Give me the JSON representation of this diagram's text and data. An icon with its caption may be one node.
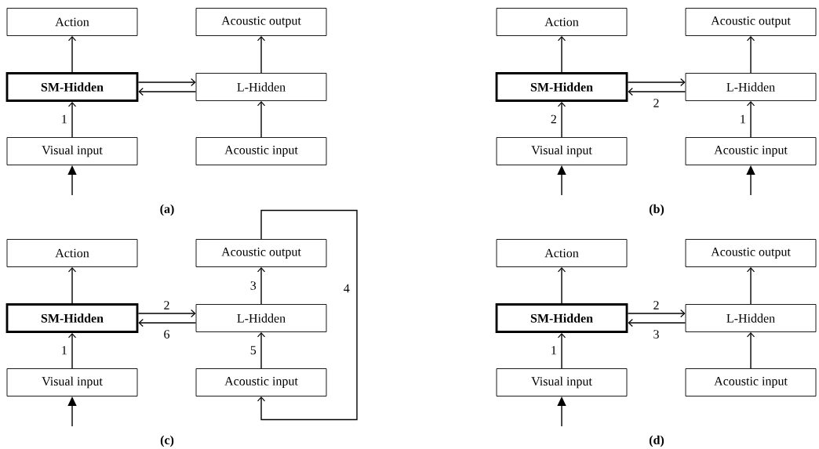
{
  "diagram": {
    "nodes": [
      {
        "text": [
          "Action"
        ]
      },
      {
        "text": [
          "Acoustic output"
        ]
      },
      {
        "text": [
          "SM-Hidden"
        ]
      },
      {
        "text": [
          "L-Hidden"
        ]
      },
      {
        "text": [
          "Visual input"
        ]
      },
      {
        "text": [
          "Acoustic input"
        ]
      },
      {
        "text": [
          "Action"
        ]
      },
      {
        "text": [
          "Acoustic output"
        ]
      },
      {
        "text": [
          "SM-Hidden"
        ]
      },
      {
        "text": [
          "L-Hidden"
        ]
      },
      {
        "text": [
          "Visual input"
        ]
      },
      {
        "text": [
          "Acoustic input"
        ]
      },
      {
        "text": [
          "Action"
        ]
      },
      {
        "text": [
          "Acoustic output"
        ]
      },
      {
        "text": [
          "SM-Hidden"
        ]
      },
      {
        "text": [
          "L-Hidden"
        ]
      },
      {
        "text": [
          "Visual input"
        ]
      },
      {
        "text": [
          "Acoustic input"
        ]
      },
      {
        "text": [
          "Action"
        ]
      },
      {
        "text": [
          "Acoustic output"
        ]
      },
      {
        "text": [
          "SM-Hidden"
        ]
      },
      {
        "text": [
          "L-Hidden"
        ]
      },
      {
        "text": [
          "Visual input"
        ]
      },
      {
        "text": [
          "Acoustic input"
        ]
      }
    ],
    "edges": [
      {
        "from": null,
        "to": 4,
        "arrow": "to"
      },
      {
        "from": 4,
        "to": 2,
        "arrow": "to",
        "label": "1"
      },
      {
        "from": 2,
        "to": 0,
        "arrow": "to"
      },
      {
        "from": 2,
        "to": 3,
        "arrow": "to"
      },
      {
        "from": 3,
        "to": 2,
        "arrow": "to"
      },
      {
        "from": 5,
        "to": 3,
        "arrow": "to"
      },
      {
        "from": 3,
        "to": 1,
        "arrow": "to"
      },
      {
        "from": null,
        "to": 10,
        "arrow": "to"
      },
      {
        "from": null,
        "to": 11,
        "arrow": "to"
      },
      {
        "from": 10,
        "to": 8,
        "arrow": "to",
        "label": "2"
      },
      {
        "from": 8,
        "to": 6,
        "arrow": "to"
      },
      {
        "from": 8,
        "to": 9,
        "arrow": "to"
      },
      {
        "from": 9,
        "to": 8,
        "arrow": "to",
        "label": "2"
      },
      {
        "from": 11,
        "to": 9,
        "arrow": "to",
        "label": "1"
      },
      {
        "from": 9,
        "to": 7,
        "arrow": "to"
      },
      {
        "from": null,
        "to": 16,
        "arrow": "to"
      },
      {
        "from": 16,
        "to": 14,
        "arrow": "to",
        "label": "1"
      },
      {
        "from": 14,
        "to": 12,
        "arrow": "to"
      },
      {
        "from": 14,
        "to": 15,
        "arrow": "to",
        "label": "2"
      },
      {
        "from": 15,
        "to": 14,
        "arrow": "to",
        "label": "6"
      },
      {
        "from": 17,
        "to": 15,
        "arrow": "to",
        "label": "5"
      },
      {
        "from": 15,
        "to": 13,
        "arrow": "to",
        "label": "3"
      },
      {
        "from": 13,
        "to": 17,
        "arrow": "to",
        "label": "4"
      },
      {
        "from": null,
        "to": 22,
        "arrow": "to"
      },
      {
        "from": 22,
        "to": 20,
        "arrow": "to",
        "label": "1"
      },
      {
        "from": 20,
        "to": 18,
        "arrow": "to"
      },
      {
        "from": 20,
        "to": 21,
        "arrow": "to",
        "label": "2"
      },
      {
        "from": 21,
        "to": 20,
        "arrow": "to",
        "label": "3"
      },
      {
        "from": 23,
        "to": 21,
        "arrow": "to"
      },
      {
        "from": 21,
        "to": 19,
        "arrow": "to"
      }
    ],
    "labels": [
      "(a)",
      "(b)",
      "(c)",
      "(d)"
    ]
  }
}
